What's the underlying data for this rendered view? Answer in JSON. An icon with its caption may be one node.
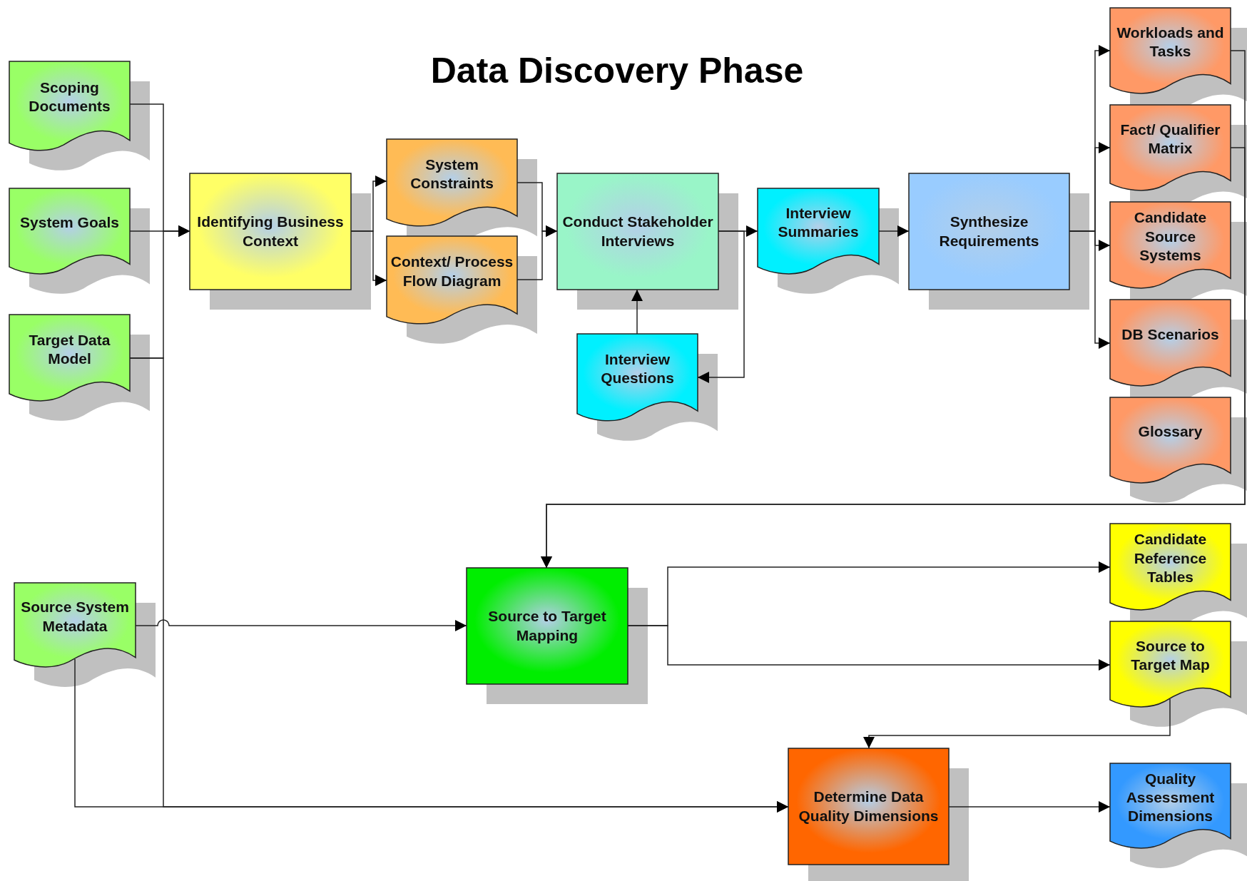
{
  "diagram": {
    "title": "Data Discovery Phase",
    "nodes": [
      {
        "text": [
          "Scoping Documents"
        ]
      },
      {
        "text": [
          "System Goals"
        ]
      },
      {
        "text": [
          "Target Data Model"
        ]
      },
      {
        "text": [
          "Identifying Business Context"
        ]
      },
      {
        "text": [
          "System Constraints"
        ]
      },
      {
        "text": [
          "Context/ Process Flow Diagram"
        ]
      },
      {
        "text": [
          "Conduct Stakeholder Interviews"
        ]
      },
      {
        "text": [
          "Interview Questions"
        ]
      },
      {
        "text": [
          "Interview Summaries"
        ]
      },
      {
        "text": [
          "Synthesize Requirements"
        ]
      },
      {
        "text": [
          "Workloads and Tasks"
        ]
      },
      {
        "text": [
          "Fact/ Qualifier Matrix"
        ]
      },
      {
        "text": [
          "Candidate Source Systems"
        ]
      },
      {
        "text": [
          "DB Scenarios"
        ]
      },
      {
        "text": [
          "Glossary"
        ]
      },
      {
        "text": [
          "Source System Metadata"
        ]
      },
      {
        "text": [
          "Source to Target Mapping"
        ]
      },
      {
        "text": [
          "Candidate Reference Tables"
        ]
      },
      {
        "text": [
          "Source to Target Map"
        ]
      },
      {
        "text": [
          "Determine Data Quality Dimensions"
        ]
      },
      {
        "text": [
          "Quality Assessment Dimensions"
        ]
      }
    ],
    "edges": [
      {
        "from": 0,
        "to": 3,
        "arrow": "to"
      },
      {
        "from": 1,
        "to": 3,
        "arrow": "to"
      },
      {
        "from": 2,
        "to": 3,
        "arrow": "to"
      },
      {
        "from": 3,
        "to": 4,
        "arrow": "to"
      },
      {
        "from": 3,
        "to": 5,
        "arrow": "to"
      },
      {
        "from": 4,
        "to": 6,
        "arrow": "to"
      },
      {
        "from": 5,
        "to": 6,
        "arrow": "to"
      },
      {
        "from": 6,
        "to": 8,
        "arrow": "to"
      },
      {
        "from": 6,
        "to": 7,
        "arrow": "to"
      },
      {
        "from": 7,
        "to": 6,
        "arrow": "to"
      },
      {
        "from": 8,
        "to": 9,
        "arrow": "to"
      },
      {
        "from": 9,
        "to": 10,
        "arrow": "to"
      },
      {
        "from": 9,
        "to": 11,
        "arrow": "to"
      },
      {
        "from": 9,
        "to": 12,
        "arrow": "to"
      },
      {
        "from": 9,
        "to": 13,
        "arrow": "to"
      },
      {
        "from": 10,
        "to": 16,
        "arrow": "to"
      },
      {
        "from": 11,
        "to": 16,
        "arrow": "to"
      },
      {
        "from": 15,
        "to": 16,
        "arrow": "to"
      },
      {
        "from": 15,
        "to": 19,
        "arrow": "to"
      },
      {
        "from": 2,
        "to": 19,
        "arrow": "to"
      },
      {
        "from": 16,
        "to": 17,
        "arrow": "to"
      },
      {
        "from": 16,
        "to": 18,
        "arrow": "to"
      },
      {
        "from": 18,
        "to": 19,
        "arrow": "to"
      },
      {
        "from": 19,
        "to": 20,
        "arrow": "to"
      }
    ]
  }
}
